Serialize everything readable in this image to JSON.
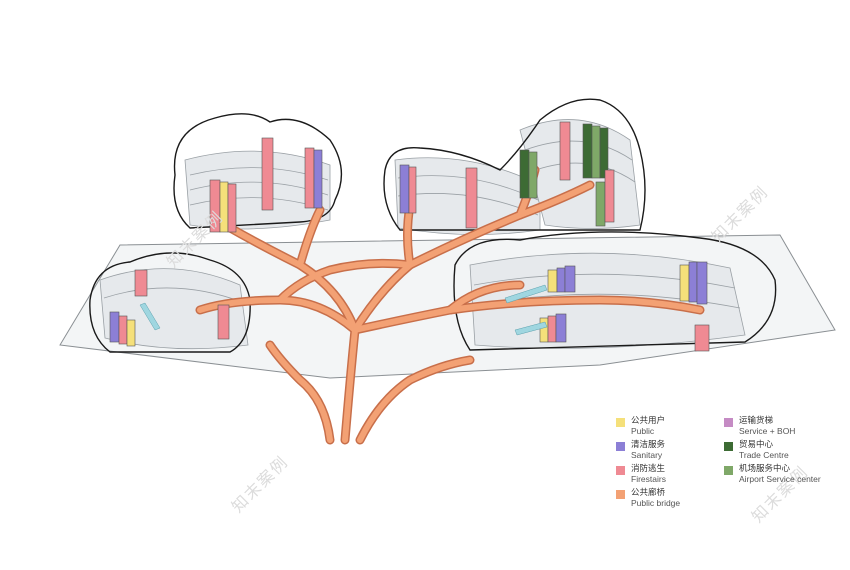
{
  "legend": {
    "items": [
      {
        "zh": "公共用户",
        "en": "Public",
        "color": "#f5e07a"
      },
      {
        "zh": "清洁服务",
        "en": "Sanitary",
        "color": "#8c7fd6"
      },
      {
        "zh": "消防逃生",
        "en": "Firestairs",
        "color": "#ef8a93"
      },
      {
        "zh": "公共廊桥",
        "en": "Public bridge",
        "color": "#f3a174"
      },
      {
        "zh": "运输货梯",
        "en": "Service + BOH",
        "color": "#c58bc4"
      },
      {
        "zh": "贸易中心",
        "en": "Trade Centre",
        "color": "#3d6b34"
      },
      {
        "zh": "机场服务中心",
        "en": "Airport Service center",
        "color": "#7fa868"
      }
    ]
  },
  "watermark": {
    "text": "知末案例"
  },
  "colors": {
    "bridge": "#f3a174",
    "bridge_stroke": "#c86f4a",
    "outline": "#1a1a1a",
    "floor": "#e9ecef"
  }
}
